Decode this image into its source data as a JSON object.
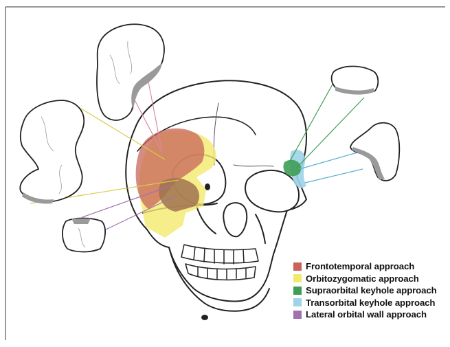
{
  "legend": {
    "items": [
      {
        "label": "Frontotemporal approach",
        "color": "#c8645a"
      },
      {
        "label": "Orbitozygomatic approach",
        "color": "#f2ea6e"
      },
      {
        "label": "Supraorbital keyhole approach",
        "color": "#3e9e55"
      },
      {
        "label": "Transorbital keyhole approach",
        "color": "#9fd3e8"
      },
      {
        "label": "Lateral orbital wall approach",
        "color": "#a070b0"
      }
    ]
  },
  "colors": {
    "frontotemporal": "#c8645a",
    "orbitozygomatic": "#f2ea6e",
    "supraorbital": "#3e9e55",
    "transorbital": "#9fd3e8",
    "lateral_orbital": "#a070b0",
    "outline": "#222222",
    "bone_fill": "#ffffff",
    "inner_table": "#9a9a9a"
  },
  "icons": {
    "skull": "skull-illustration",
    "bone_flaps": [
      "bone-flap-icon"
    ]
  }
}
